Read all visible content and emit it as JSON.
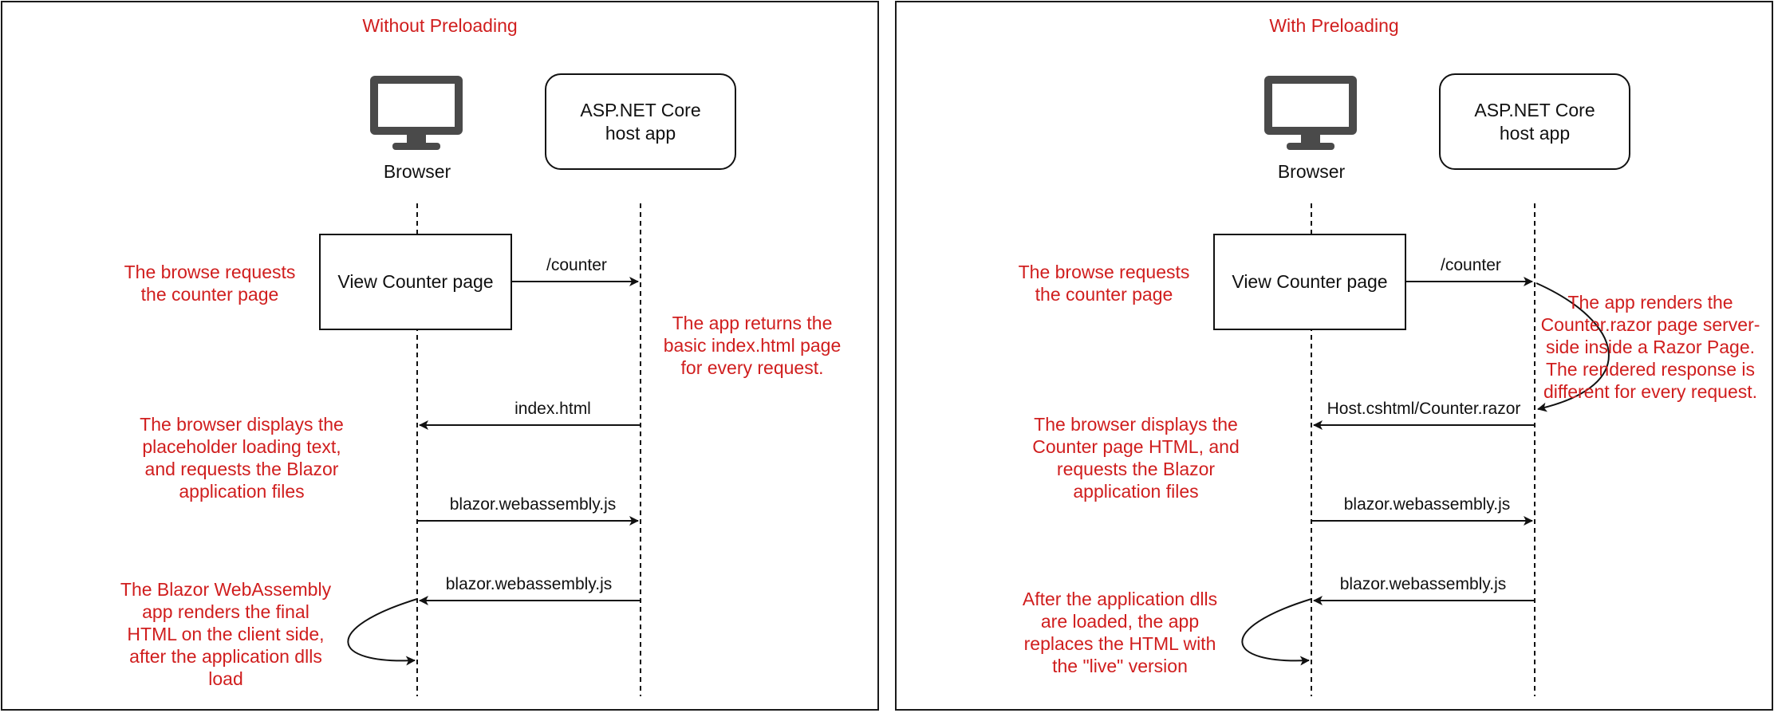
{
  "panels": [
    {
      "title": "Without Preloading",
      "browser_label": "Browser",
      "host_label_line1": "ASP.NET Core",
      "host_label_line2": "host app",
      "action_box": "View Counter page",
      "notes": {
        "request": [
          "The browse requests",
          "the counter page"
        ],
        "server": [
          "The app returns the",
          "basic index.html page",
          "for every request."
        ],
        "display": [
          "The browser displays the",
          "placeholder loading text,",
          "and requests the Blazor",
          "application files"
        ],
        "final": [
          "The Blazor WebAssembly",
          "app renders the final",
          "HTML on the client side,",
          "after the application dlls",
          "load"
        ]
      },
      "messages": {
        "m1": "/counter",
        "m2": "index.html",
        "m3": "blazor.webassembly.js",
        "m4": "blazor.webassembly.js"
      }
    },
    {
      "title": "With Preloading",
      "browser_label": "Browser",
      "host_label_line1": "ASP.NET Core",
      "host_label_line2": "host app",
      "action_box": "View Counter page",
      "notes": {
        "request": [
          "The browse requests",
          "the counter page"
        ],
        "server": [
          "The app renders the",
          "Counter.razor page server-",
          "side inside a Razor Page.",
          "The rendered response is",
          "different for every request."
        ],
        "display": [
          "The browser displays the",
          "Counter page HTML, and",
          "requests the Blazor",
          "application files"
        ],
        "final": [
          "After the application dlls",
          "are loaded, the app",
          "replaces the HTML with",
          "the \"live\" version"
        ]
      },
      "messages": {
        "m1": "/counter",
        "m2": "Host.cshtml/Counter.razor",
        "m3": "blazor.webassembly.js",
        "m4": "blazor.webassembly.js"
      }
    }
  ],
  "colors": {
    "note": "#d01e1e",
    "line": "#111111",
    "icon": "#4a4a4a"
  }
}
